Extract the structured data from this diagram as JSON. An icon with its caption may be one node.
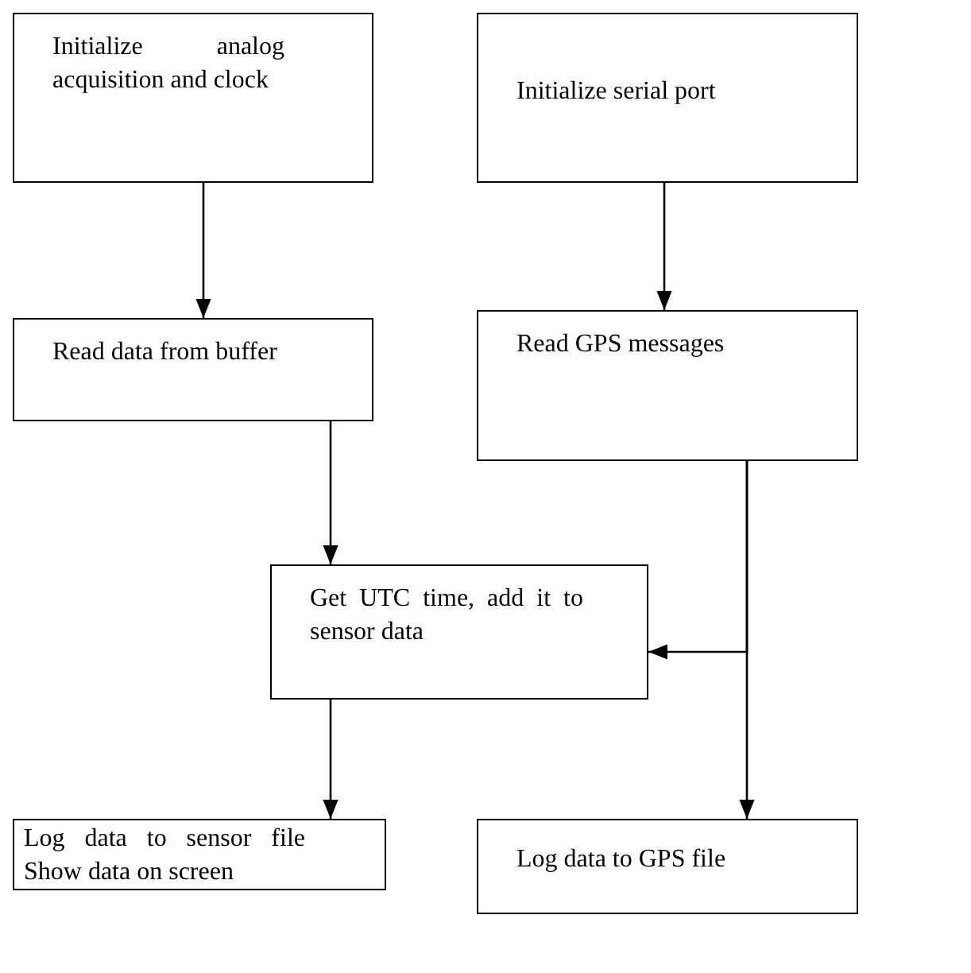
{
  "diagram": {
    "nodes": [
      {
        "text": [
          "Initialize analog acquisition and clock"
        ]
      },
      {
        "text": [
          "Initialize serial port"
        ]
      },
      {
        "text": [
          "Read data from buffer"
        ]
      },
      {
        "text": [
          "Read GPS messages"
        ]
      },
      {
        "text": [
          "Get UTC time, add it to sensor data"
        ]
      },
      {
        "text": [
          "Log data to sensor file Show data on screen"
        ]
      },
      {
        "text": [
          "Log data to GPS file"
        ]
      }
    ],
    "edges": [
      {
        "from": 0,
        "to": 2,
        "arrow": "to"
      },
      {
        "from": 1,
        "to": 3,
        "arrow": "to"
      },
      {
        "from": 2,
        "to": 4,
        "arrow": "to"
      },
      {
        "from": 3,
        "to": 4,
        "arrow": "to"
      },
      {
        "from": 3,
        "to": 6,
        "arrow": "to"
      },
      {
        "from": 4,
        "to": 5,
        "arrow": "to"
      }
    ]
  }
}
